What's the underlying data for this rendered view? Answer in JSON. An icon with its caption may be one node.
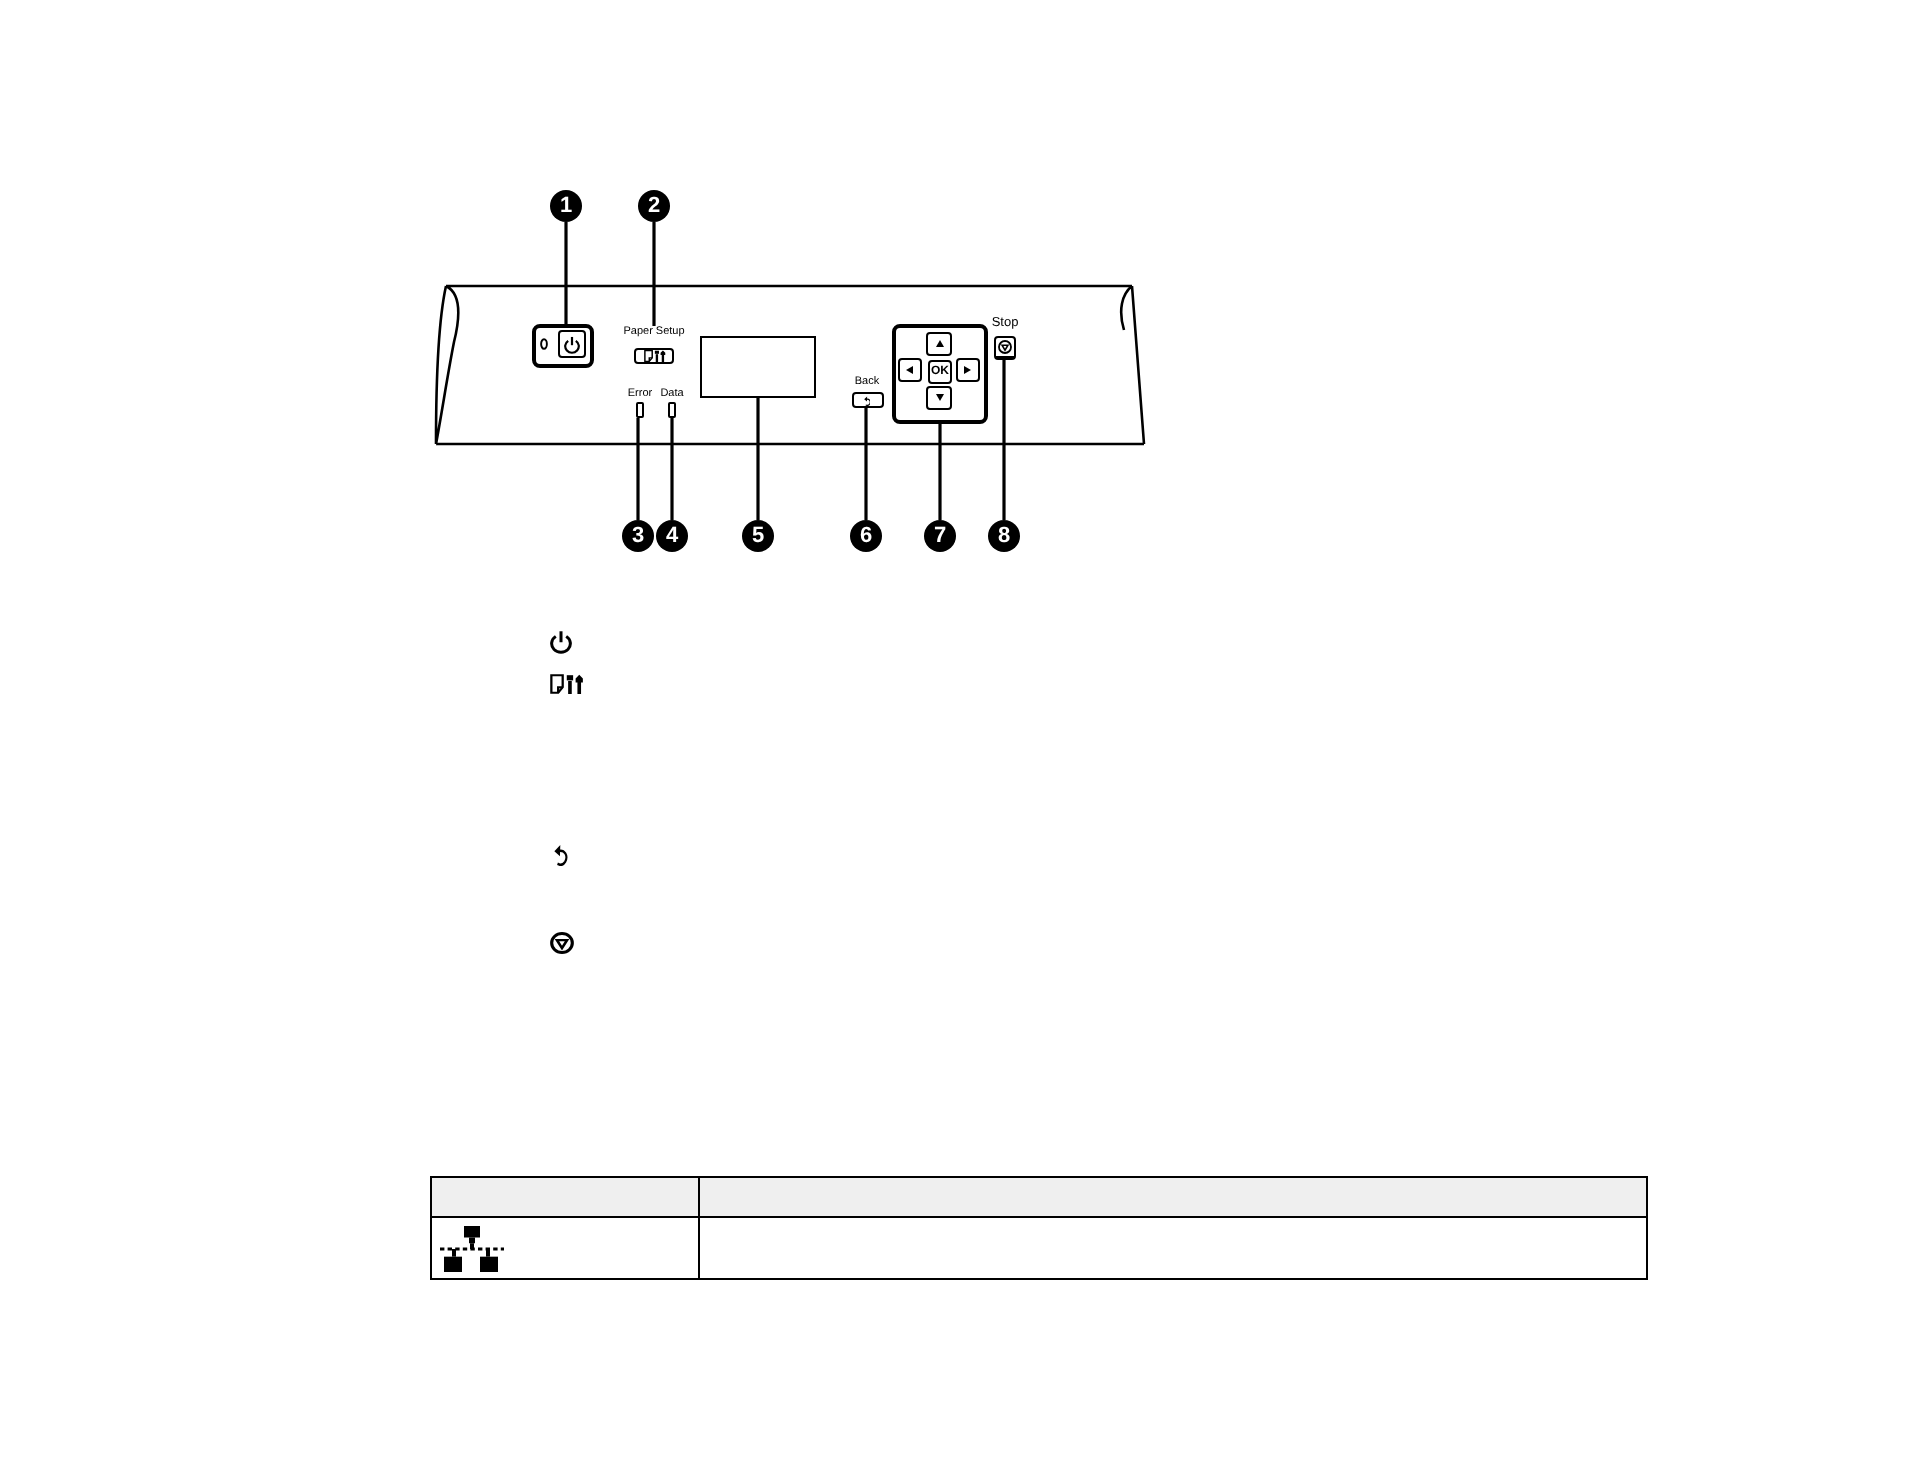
{
  "diagram": {
    "nodes": [
      {
        "text": [
          "1"
        ]
      },
      {
        "text": [
          "2"
        ]
      },
      {
        "text": [],
        "shape": "box"
      },
      {
        "text": [],
        "shape": "box",
        "in": 2
      },
      {
        "text": [
          "Paper Setup"
        ],
        "in": 2
      },
      {
        "text": [
          "Error"
        ],
        "in": 2
      },
      {
        "text": [
          "Data"
        ],
        "in": 2
      },
      {
        "text": [],
        "shape": "box",
        "in": 2
      },
      {
        "text": [
          "Back"
        ],
        "in": 2
      },
      {
        "text": [],
        "shape": "box",
        "in": 2
      },
      {
        "text": [],
        "shape": "box",
        "in": 9
      },
      {
        "text": [],
        "shape": "box",
        "in": 9
      },
      {
        "text": [
          "OK"
        ],
        "in": 9
      },
      {
        "text": [],
        "shape": "box",
        "in": 9
      },
      {
        "text": [],
        "shape": "box",
        "in": 9
      },
      {
        "text": [
          "Stop"
        ],
        "in": 2
      },
      {
        "text": [
          "3"
        ]
      },
      {
        "text": [
          "4"
        ]
      },
      {
        "text": [
          "5"
        ]
      },
      {
        "text": [
          "6"
        ]
      },
      {
        "text": [
          "7"
        ]
      },
      {
        "text": [
          "8"
        ]
      }
    ],
    "edges": [
      {
        "from": 0,
        "to": 3,
        "arrow": "none"
      },
      {
        "from": 1,
        "to": 4,
        "arrow": "none"
      },
      {
        "from": 16,
        "to": 5,
        "arrow": "none"
      },
      {
        "from": 17,
        "to": 6,
        "arrow": "none"
      },
      {
        "from": 18,
        "to": 7,
        "arrow": "none"
      },
      {
        "from": 19,
        "to": 8,
        "arrow": "none"
      },
      {
        "from": 20,
        "to": 9,
        "arrow": "none"
      },
      {
        "from": 21,
        "to": 15,
        "arrow": "none"
      }
    ]
  }
}
